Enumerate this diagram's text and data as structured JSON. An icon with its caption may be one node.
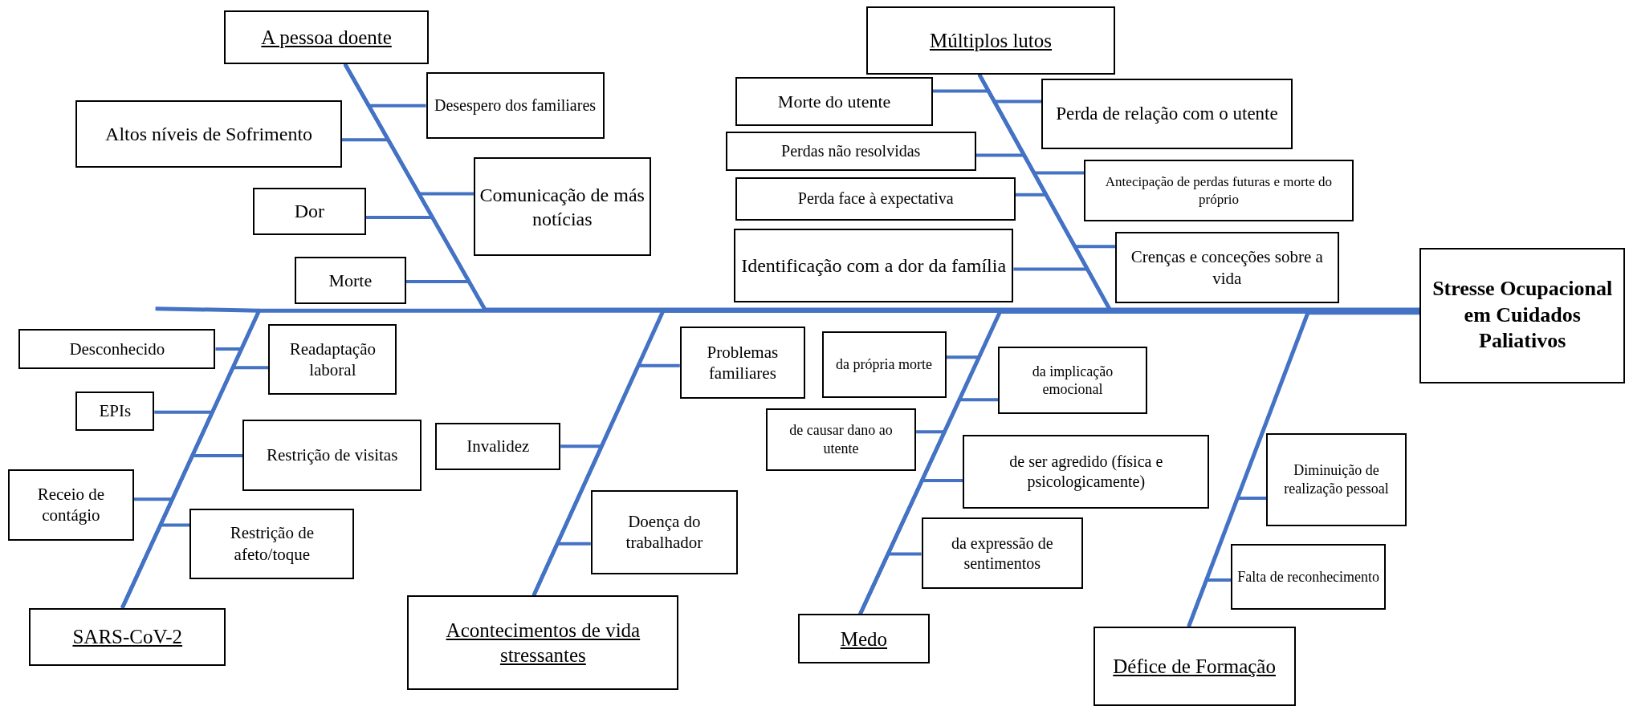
{
  "diagram": {
    "nodes": [
      {
        "text": [
          "A pessoa doente"
        ]
      },
      {
        "text": [
          "Desespero dos familiares"
        ]
      },
      {
        "text": [
          "Altos níveis de Sofrimento"
        ]
      },
      {
        "text": [
          "Comunicação de más notícias"
        ]
      },
      {
        "text": [
          "Dor"
        ]
      },
      {
        "text": [
          "Morte"
        ]
      },
      {
        "text": [
          "Múltiplos lutos"
        ]
      },
      {
        "text": [
          "Morte do utente"
        ]
      },
      {
        "text": [
          "Perda de relação com o utente"
        ]
      },
      {
        "text": [
          "Perdas não resolvidas"
        ]
      },
      {
        "text": [
          "Antecipação de perdas futuras e morte do próprio"
        ]
      },
      {
        "text": [
          "Perda face à expectativa"
        ]
      },
      {
        "text": [
          "Identificação com a dor da família"
        ]
      },
      {
        "text": [
          "Crenças e conceções sobre a vida"
        ]
      },
      {
        "text": [
          "Stresse Ocupacional em Cuidados Paliativos"
        ]
      },
      {
        "text": [
          "Desconhecido"
        ]
      },
      {
        "text": [
          "Readaptação laboral"
        ]
      },
      {
        "text": [
          "EPIs"
        ]
      },
      {
        "text": [
          "Restrição de visitas"
        ]
      },
      {
        "text": [
          "Receio de contágio"
        ]
      },
      {
        "text": [
          "Restrição de afeto/toque"
        ]
      },
      {
        "text": [
          "SARS-CoV-2"
        ]
      },
      {
        "text": [
          "Problemas familiares"
        ]
      },
      {
        "text": [
          "Invalidez"
        ]
      },
      {
        "text": [
          "Doença do trabalhador"
        ]
      },
      {
        "text": [
          "Acontecimentos de vida stressantes"
        ]
      },
      {
        "text": [
          "da própria morte"
        ]
      },
      {
        "text": [
          "da implicação emocional"
        ]
      },
      {
        "text": [
          "de causar dano ao utente"
        ]
      },
      {
        "text": [
          "de ser agredido (física e psicologicamente)"
        ]
      },
      {
        "text": [
          "da expressão de sentimentos"
        ]
      },
      {
        "text": [
          "Medo"
        ]
      },
      {
        "text": [
          "Diminuição de realização pessoal"
        ]
      },
      {
        "text": [
          "Falta de reconhecimento"
        ]
      },
      {
        "text": [
          "Défice de Formação"
        ]
      }
    ],
    "edges": [
      {
        "from": 0,
        "to": 14,
        "arrow": "none"
      },
      {
        "from": 6,
        "to": 14,
        "arrow": "none"
      },
      {
        "from": 21,
        "to": 14,
        "arrow": "none"
      },
      {
        "from": 25,
        "to": 14,
        "arrow": "none"
      },
      {
        "from": 31,
        "to": 14,
        "arrow": "none"
      },
      {
        "from": 34,
        "to": 14,
        "arrow": "none"
      },
      {
        "from": 1,
        "to": 0,
        "arrow": "none"
      },
      {
        "from": 2,
        "to": 0,
        "arrow": "none"
      },
      {
        "from": 3,
        "to": 0,
        "arrow": "none"
      },
      {
        "from": 4,
        "to": 0,
        "arrow": "none"
      },
      {
        "from": 5,
        "to": 0,
        "arrow": "none"
      },
      {
        "from": 7,
        "to": 6,
        "arrow": "none"
      },
      {
        "from": 8,
        "to": 6,
        "arrow": "none"
      },
      {
        "from": 9,
        "to": 6,
        "arrow": "none"
      },
      {
        "from": 10,
        "to": 6,
        "arrow": "none"
      },
      {
        "from": 11,
        "to": 6,
        "arrow": "none"
      },
      {
        "from": 12,
        "to": 6,
        "arrow": "none"
      },
      {
        "from": 13,
        "to": 6,
        "arrow": "none"
      },
      {
        "from": 15,
        "to": 21,
        "arrow": "none"
      },
      {
        "from": 16,
        "to": 21,
        "arrow": "none"
      },
      {
        "from": 17,
        "to": 21,
        "arrow": "none"
      },
      {
        "from": 18,
        "to": 21,
        "arrow": "none"
      },
      {
        "from": 19,
        "to": 21,
        "arrow": "none"
      },
      {
        "from": 20,
        "to": 21,
        "arrow": "none"
      },
      {
        "from": 22,
        "to": 25,
        "arrow": "none"
      },
      {
        "from": 23,
        "to": 25,
        "arrow": "none"
      },
      {
        "from": 24,
        "to": 25,
        "arrow": "none"
      },
      {
        "from": 26,
        "to": 31,
        "arrow": "none"
      },
      {
        "from": 27,
        "to": 31,
        "arrow": "none"
      },
      {
        "from": 28,
        "to": 31,
        "arrow": "none"
      },
      {
        "from": 29,
        "to": 31,
        "arrow": "none"
      },
      {
        "from": 30,
        "to": 31,
        "arrow": "none"
      },
      {
        "from": 32,
        "to": 34,
        "arrow": "none"
      },
      {
        "from": 33,
        "to": 34,
        "arrow": "none"
      }
    ]
  }
}
